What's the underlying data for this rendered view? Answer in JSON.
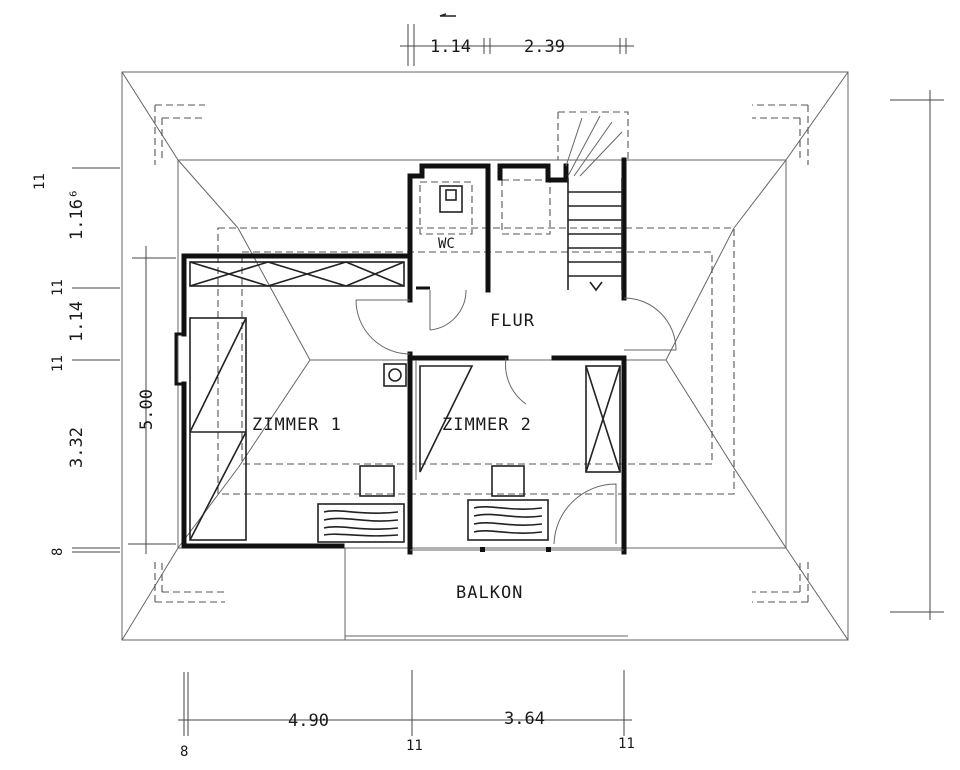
{
  "rooms": {
    "wc": "WC",
    "flur": "FLUR",
    "zimmer1": "ZIMMER 1",
    "zimmer2": "ZIMMER 2",
    "balkon": "BALKON"
  },
  "dimensions": {
    "top": [
      "1.14",
      "2.39"
    ],
    "bottom": [
      "4.90",
      "3.64"
    ],
    "bottom_markers": [
      "8",
      "11",
      "11"
    ],
    "left_outer": [
      "11",
      "1.16⁶",
      "11",
      "1.14",
      "11",
      "3.32",
      "8"
    ],
    "left_inner": "5.00"
  }
}
